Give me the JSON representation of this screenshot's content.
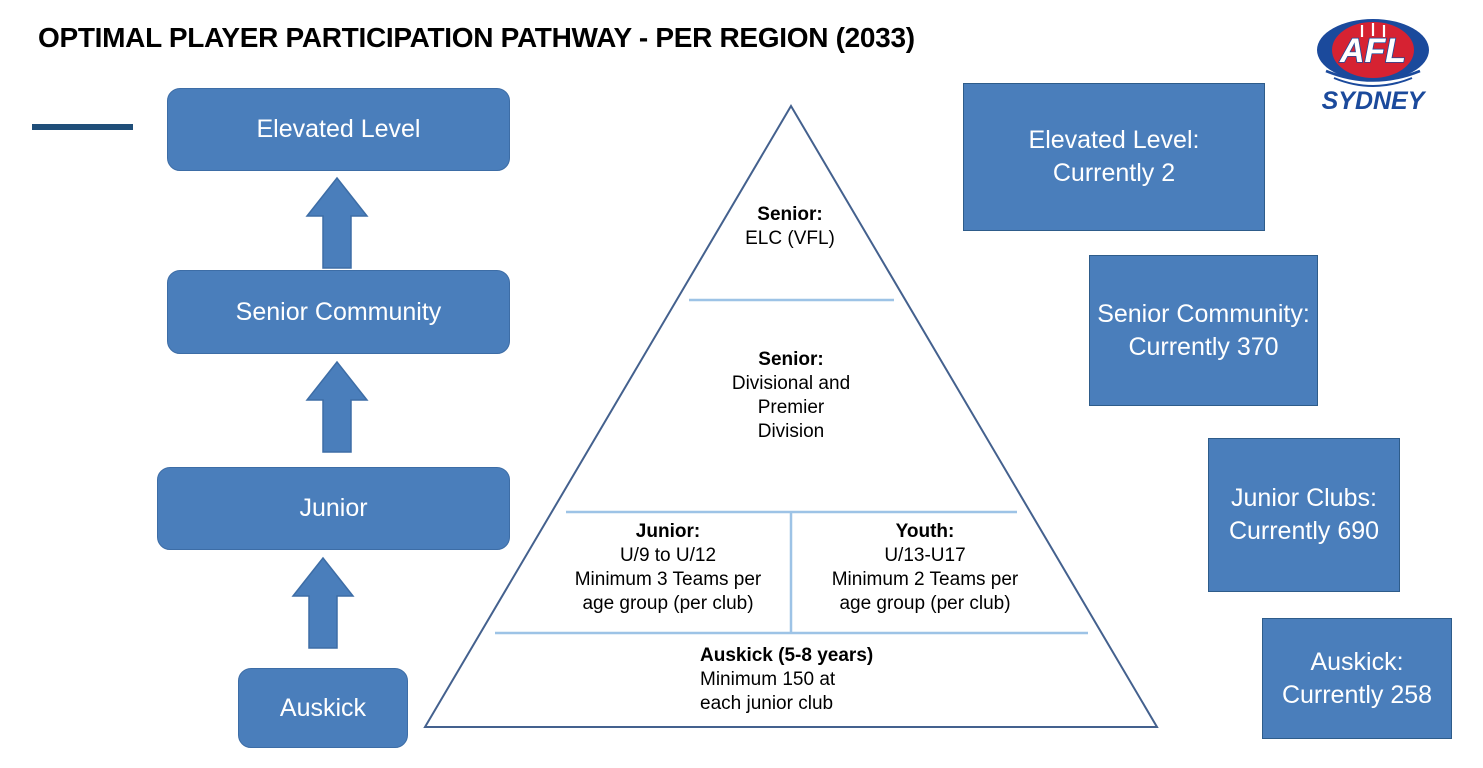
{
  "page": {
    "title": "OPTIMAL PLAYER PARTICIPATION PATHWAY -  PER REGION (2033)"
  },
  "colors": {
    "box_fill": "#4A7EBB",
    "box_stroke": "#2E5C8A",
    "accent_rule": "#1F4E79",
    "pyramid_outline": "#44618E",
    "tier_divider": "#9DC3E6",
    "logo_blue": "#1B4A9C",
    "logo_red": "#D62232",
    "text_on_box": "#FFFFFF",
    "text_body": "#000000"
  },
  "pathway": {
    "boxes": [
      {
        "label": "Elevated Level"
      },
      {
        "label": "Senior Community"
      },
      {
        "label": "Junior"
      },
      {
        "label": "Auskick"
      }
    ],
    "arrows": [
      {
        "name": "arrow-auskick-to-junior"
      },
      {
        "name": "arrow-junior-to-senior-community"
      },
      {
        "name": "arrow-senior-community-to-elevated"
      }
    ]
  },
  "pyramid": {
    "tiers": [
      {
        "id": "elc",
        "heading": "Senior:",
        "lines": [
          "ELC (VFL)"
        ]
      },
      {
        "id": "senior",
        "heading": "Senior:",
        "lines": [
          "Divisional and",
          "Premier",
          "Division"
        ]
      },
      {
        "id": "junior",
        "heading": "Junior:",
        "lines": [
          "U/9 to U/12",
          "Minimum 3 Teams per",
          "age group (per club)"
        ]
      },
      {
        "id": "youth",
        "heading": "Youth:",
        "lines": [
          "U/13-U17",
          "Minimum 2 Teams per",
          "age group (per club)"
        ]
      },
      {
        "id": "auskick",
        "heading": "Auskick (5-8 years)",
        "lines": [
          "Minimum 150 at",
          "each junior club"
        ]
      }
    ]
  },
  "stats": {
    "boxes": [
      {
        "id": "elevated",
        "label": "Elevated Level:",
        "value": "Currently 2"
      },
      {
        "id": "senior-community",
        "label": "Senior Community:",
        "value": "Currently 370"
      },
      {
        "id": "junior-clubs",
        "label": "Junior Clubs:",
        "value": "Currently 690"
      },
      {
        "id": "auskick",
        "label": "Auskick:",
        "value": "Currently 258"
      }
    ]
  },
  "logo": {
    "mark": "AFL",
    "wordmark": "SYDNEY"
  }
}
